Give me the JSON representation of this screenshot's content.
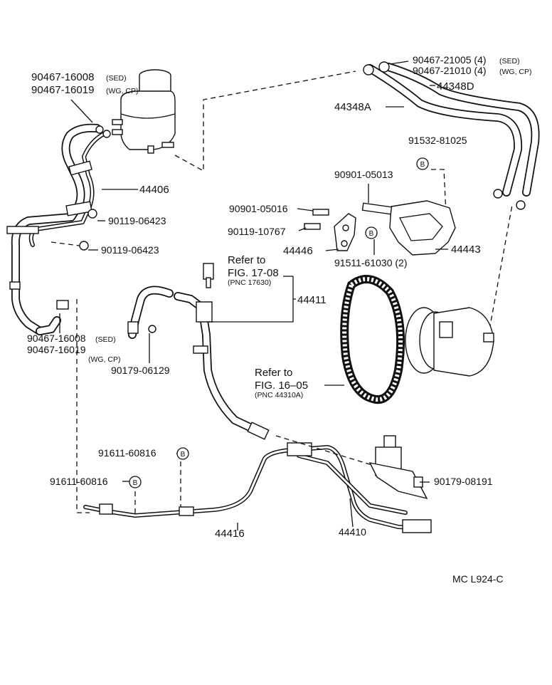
{
  "labels": {
    "p_90467_16008_top": "90467-16008",
    "p_90467_16008_top_sfx": "(SED)",
    "p_90467_16019_top": "90467-16019",
    "p_90467_16019_top_sfx": "(WG, CP)",
    "p_90467_21005": "90467-21005 (4)",
    "p_90467_21005_sfx": "(SED)",
    "p_90467_21010": "90467-21010 (4)",
    "p_90467_21010_sfx": "(WG, CP)",
    "p_44348D": "44348D",
    "p_44348A": "44348A",
    "p_91532_81025": "91532-81025",
    "p_90901_05013": "90901-05013",
    "p_90901_05016": "90901-05016",
    "p_90119_10767": "90119-10767",
    "p_44406": "44406",
    "p_90119_06423_a": "90119-06423",
    "p_90119_06423_b": "90119-06423",
    "p_44446": "44446",
    "p_44443": "44443",
    "p_91511_61030": "91511-61030 (2)",
    "refer1_line1": "Refer to",
    "refer1_line2": "FIG. 17-08",
    "refer1_pnc": "(PNC 17630)",
    "p_44411": "44411",
    "p_90467_16008_bot": "90467-16008",
    "p_90467_16008_bot_sfx": "(SED)",
    "p_90467_16019_bot": "90467-16019",
    "p_90467_16019_bot_sfx": "(WG, CP)",
    "p_90179_06129": "90179-06129",
    "refer2_line1": "Refer to",
    "refer2_line2": "FIG. 16–05",
    "refer2_pnc": "(PNC 44310A)",
    "p_91611_60816_a": "91611-60816",
    "p_91611_60816_b": "91611-60816",
    "p_90179_08191": "90179-08191",
    "p_44416": "44416",
    "p_44410": "44410",
    "footer": "MC  L924-C",
    "badge": "B"
  }
}
